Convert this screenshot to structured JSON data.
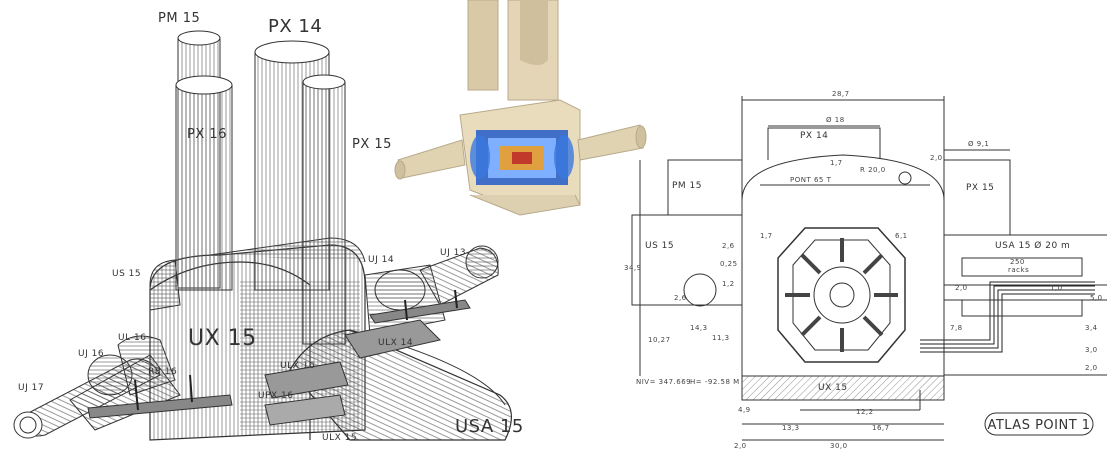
{
  "iso_labels": {
    "pm15": "PM 15",
    "px14": "PX 14",
    "px16": "PX 16",
    "px15": "PX 15",
    "us15": "US 15",
    "uj14": "UJ 14",
    "uj13": "UJ 13",
    "ul16": "UL 16",
    "uj16": "UJ 16",
    "ux15": "UX 15",
    "rb16": "RB 16",
    "ulx14": "ULX 14",
    "ulx16": "ULX 16",
    "upx16": "UPX 16",
    "uj17": "UJ 17",
    "usa15": "USA 15",
    "ulx15": "ULX 15"
  },
  "section_labels": {
    "px14": "PX 14",
    "pm15": "PM 15",
    "px15": "PX 15",
    "us15": "US 15",
    "usa15": "USA 15 Ø 20 m",
    "ux15": "UX 15",
    "racks_count": "250",
    "racks_word": "racks",
    "pont": "PONT 65 T",
    "niv": "NIV= 347.669",
    "h": "H= -92.58 M"
  },
  "dimensions": {
    "width_top": "28,7",
    "shaft_px14": "Ø 18",
    "shaft_px15": "Ø 9,1",
    "radius": "R 20,0",
    "d_1_7a": "1,7",
    "d_1_7b": "1,7",
    "d_2_0a": "2,0",
    "d_2_0b": "2,0",
    "d_2_6": "2,6",
    "d_6_1": "6,1",
    "d_0_25": "0,25",
    "d_1_2": "1,2",
    "d_2_6v": "2,6",
    "d_34_9": "34,9",
    "d_10_27": "10,27",
    "d_14_3": "14,3",
    "d_11_3": "11,3",
    "d_7_8": "7,8",
    "d_3_4": "3,4",
    "d_3_0": "3,0",
    "d_2_0c": "2,0",
    "d_4_9": "4,9",
    "d_12_2": "12,2",
    "d_13_3": "13,3",
    "d_16_7": "16,7",
    "d_2_0d": "2,0",
    "d_30_0": "30,0",
    "d_1_0": "1,0",
    "d_5_0": "5,0"
  },
  "badge": "ATLAS POINT 1",
  "colors": {
    "line": "#333333",
    "detector_blue": "#2f63c8",
    "detector_orange": "#e0a040",
    "cavern_beige": "#e9dcbd",
    "shaft_beige": "#d9c9a6"
  }
}
